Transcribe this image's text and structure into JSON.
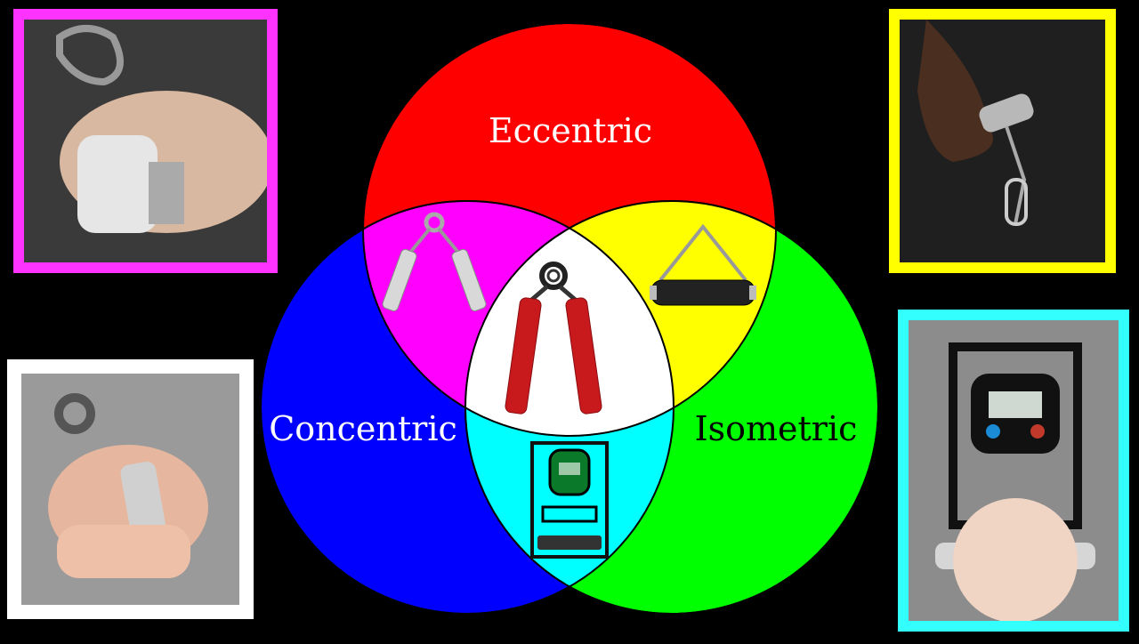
{
  "venn": {
    "eccentric": {
      "label": "Eccentric",
      "color": "#ff0000",
      "label_color": "#ffffff"
    },
    "concentric": {
      "label": "Concentric",
      "color": "#0000ff",
      "label_color": "#ffffff"
    },
    "isometric": {
      "label": "Isometric",
      "color": "#00ff00",
      "label_color": "#000000"
    },
    "overlap_ecc_con": "#ff00ff",
    "overlap_ecc_iso": "#ffff00",
    "overlap_con_iso": "#00ffff",
    "center": "#ffffff"
  },
  "frames": {
    "top_left": {
      "border_color": "#ff33ff",
      "icon": "gripper-hand-photo"
    },
    "top_right": {
      "border_color": "#ffff00",
      "icon": "pinch-grip-photo"
    },
    "bottom_left": {
      "border_color": "#ffffff",
      "icon": "gripper-hand-photo"
    },
    "bottom_right": {
      "border_color": "#33ffff",
      "icon": "dynamometer-hand-photo"
    }
  },
  "items": {
    "ecc_con": "silver-gripper-icon",
    "center": "red-gripper-icon",
    "ecc_iso": "handle-icon",
    "con_iso": "dynamometer-icon"
  }
}
